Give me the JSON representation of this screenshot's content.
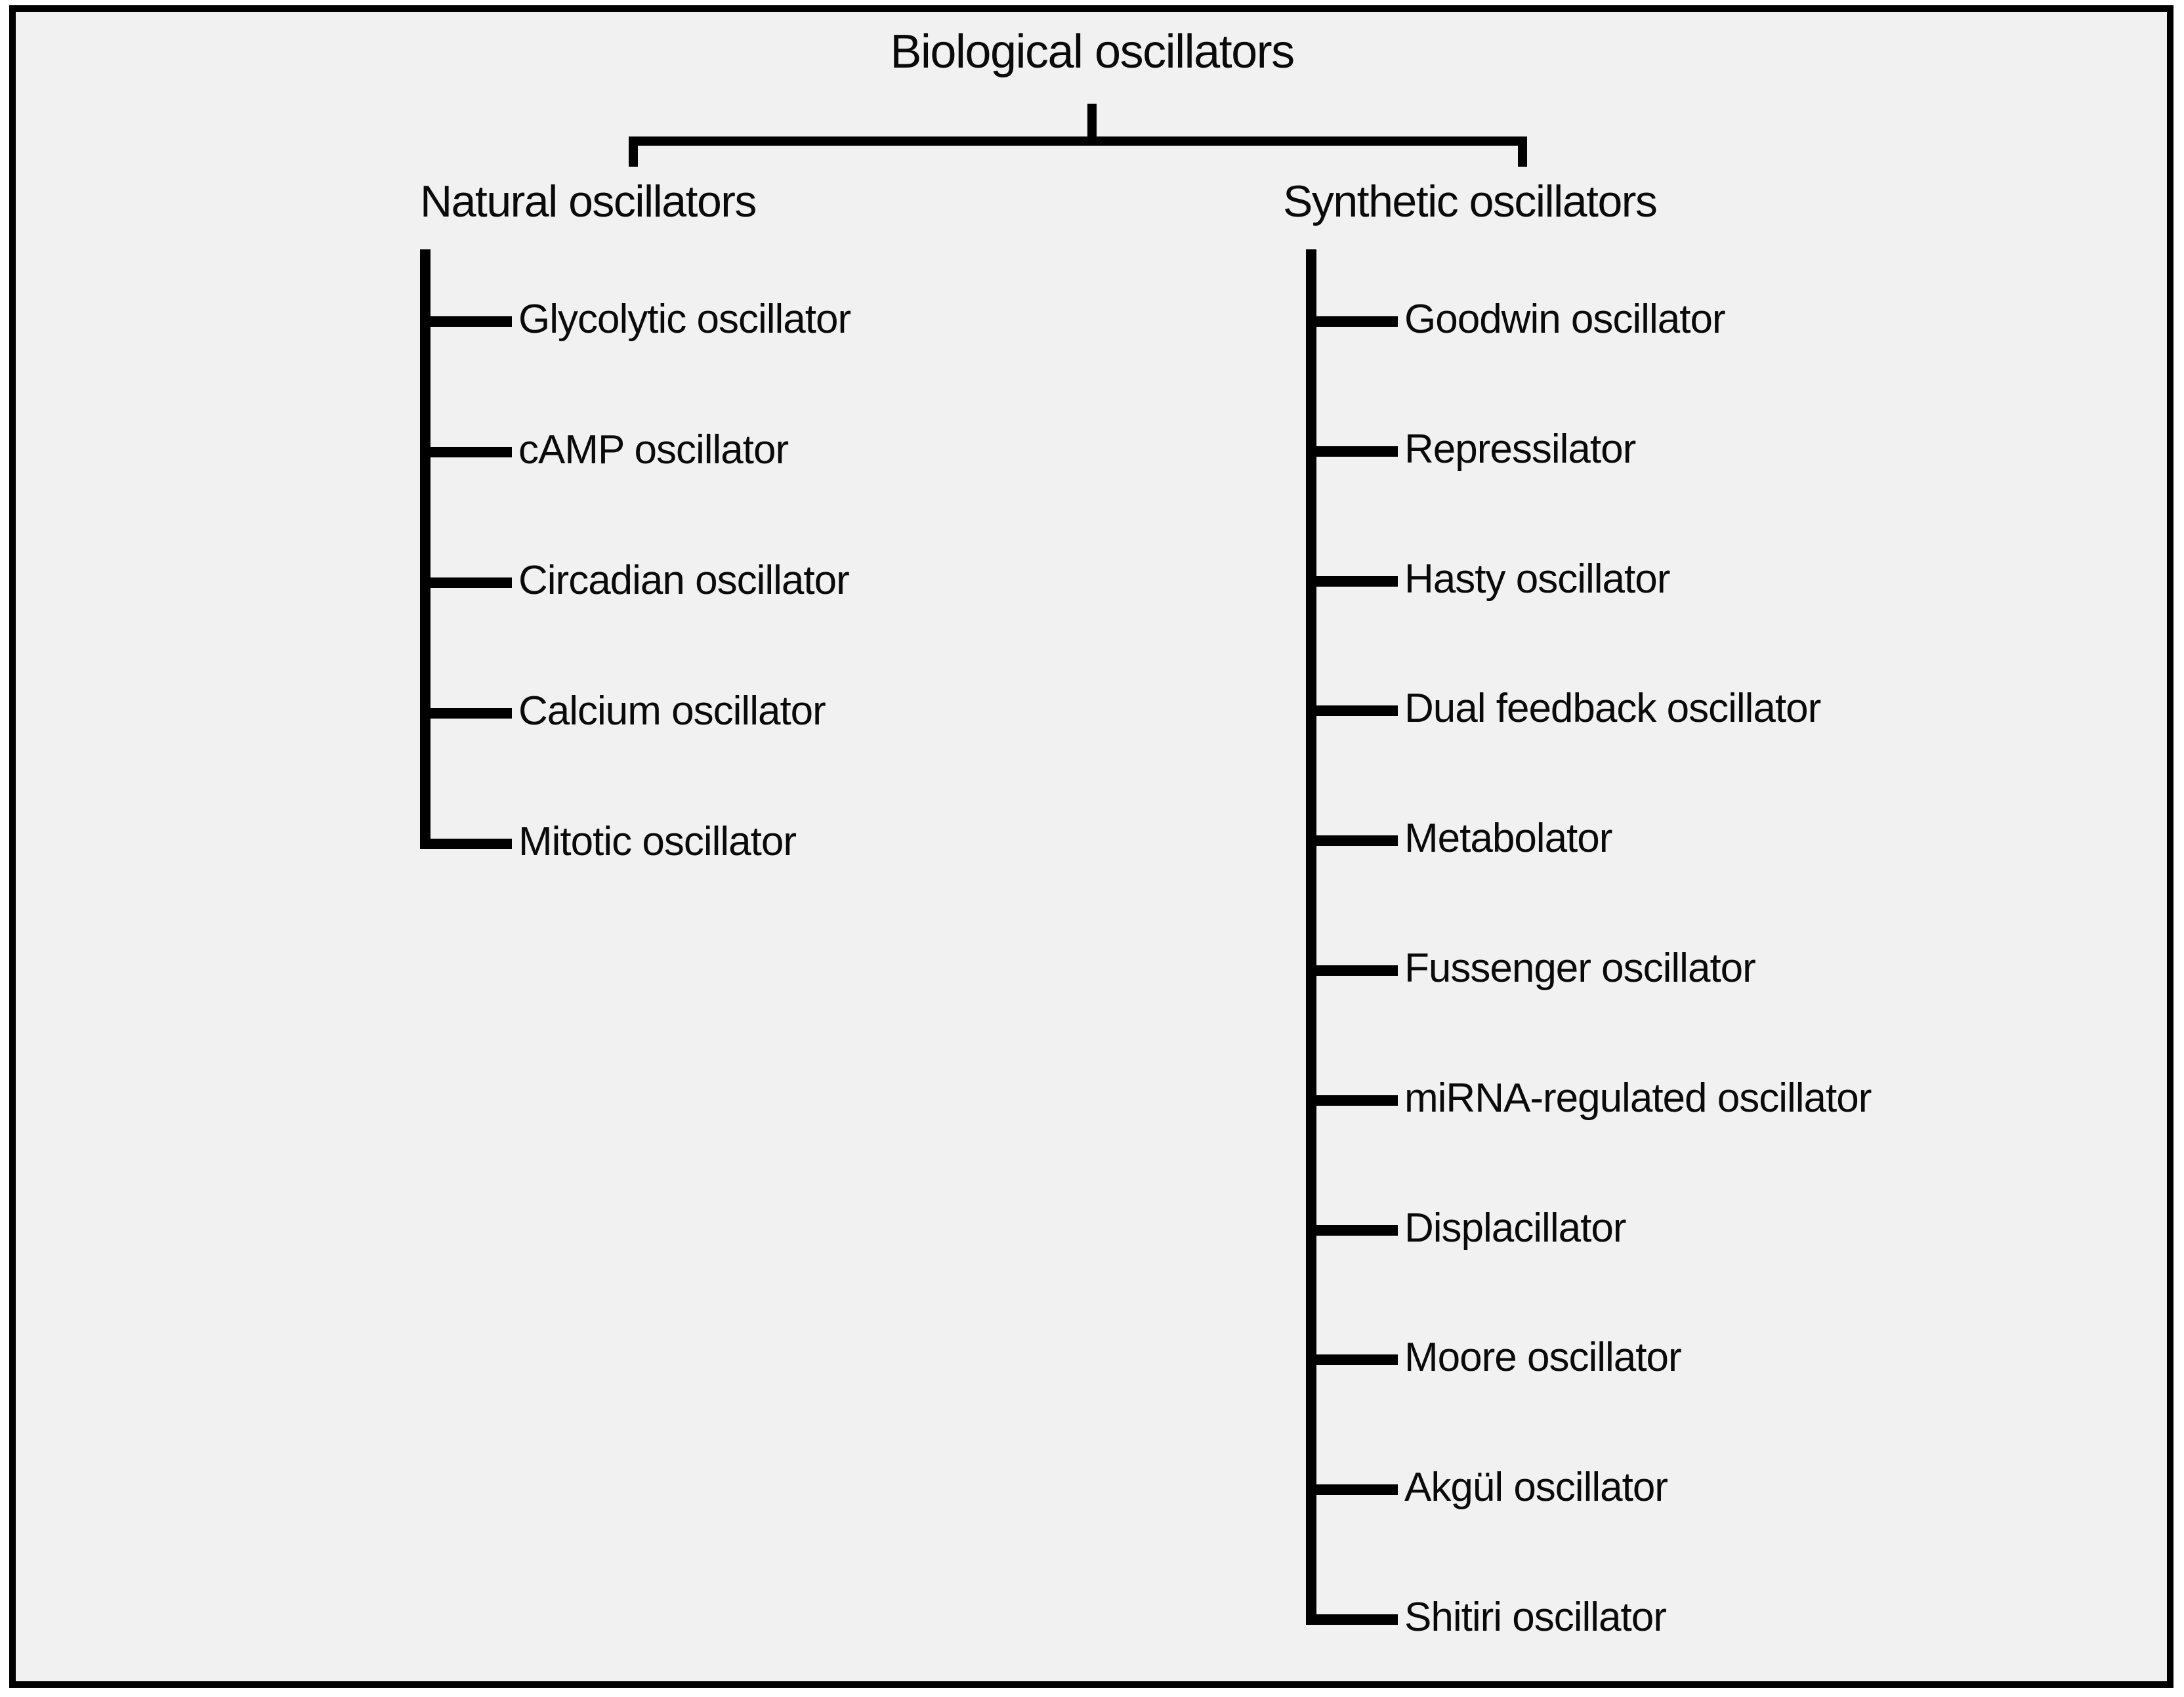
{
  "title": "Biological oscillators",
  "tree": {
    "natural": {
      "label": "Natural oscillators",
      "items": [
        "Glycolytic oscillator",
        "cAMP oscillator",
        "Circadian oscillator",
        "Calcium oscillator",
        "Mitotic oscillator"
      ]
    },
    "synthetic": {
      "label": "Synthetic oscillators",
      "items": [
        "Goodwin oscillator",
        "Repressilator",
        "Hasty oscillator",
        "Dual feedback oscillator",
        "Metabolator",
        "Fussenger oscillator",
        "miRNA-regulated oscillator",
        "Displacillator",
        "Moore oscillator",
        "Akgül oscillator",
        "Shitiri oscillator"
      ]
    }
  },
  "colors": {
    "background": "#f1f1f1",
    "border": "#000000",
    "line": "#000000",
    "text": "#0a0a0a"
  }
}
